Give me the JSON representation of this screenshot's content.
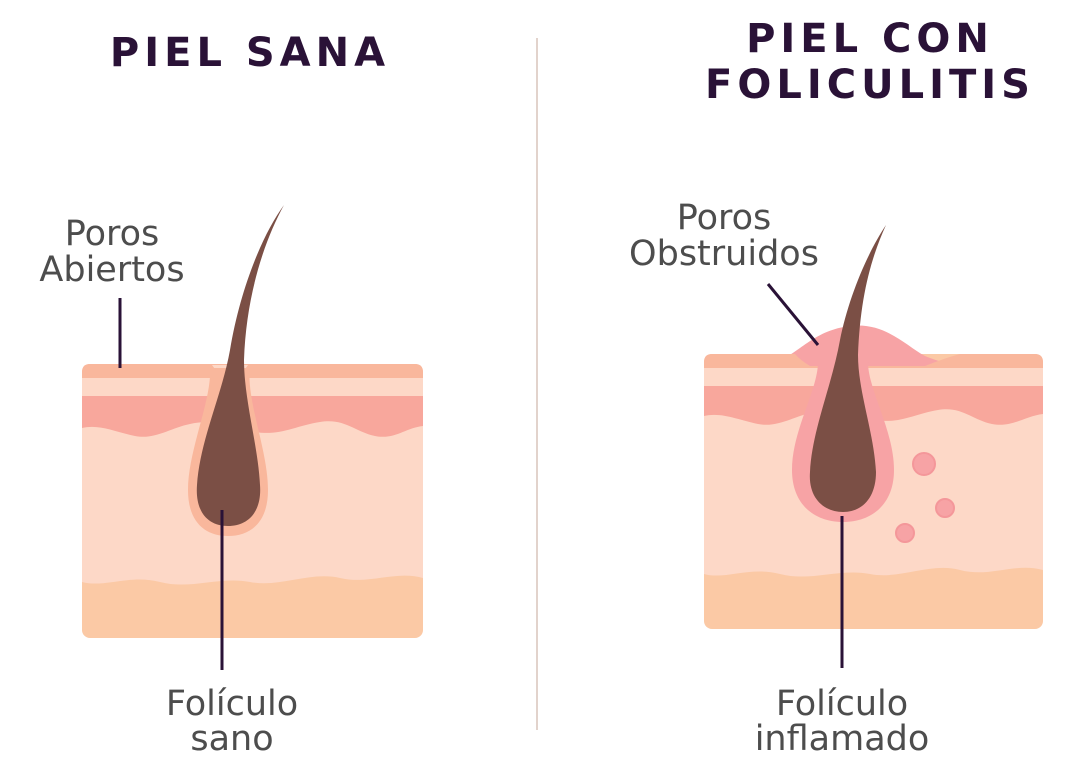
{
  "left_panel": {
    "title": "PIEL SANA",
    "pores_label_line1": "Poros",
    "pores_label_line2": "Abiertos",
    "follicle_label_line1": "Folículo",
    "follicle_label_line2": "sano"
  },
  "right_panel": {
    "title_line1": "PIEL CON",
    "title_line2": "FOLICULITIS",
    "pores_label_line1": "Poros",
    "pores_label_line2": "Obstruidos",
    "follicle_label_line1": "Folículo",
    "follicle_label_line2": "inflamado"
  },
  "colors": {
    "title": "#2a1237",
    "label_text": "#4d4d4d",
    "leader_line": "#2a1237",
    "skin_surface": "#f9b79c",
    "epidermis_band": "#f8a79c",
    "dermis": "#fdd8c7",
    "subcutis": "#fbc9a5",
    "hair": "#7b4f45",
    "inflammation": "#f7a3a5",
    "divider": "#e2d3cc"
  }
}
